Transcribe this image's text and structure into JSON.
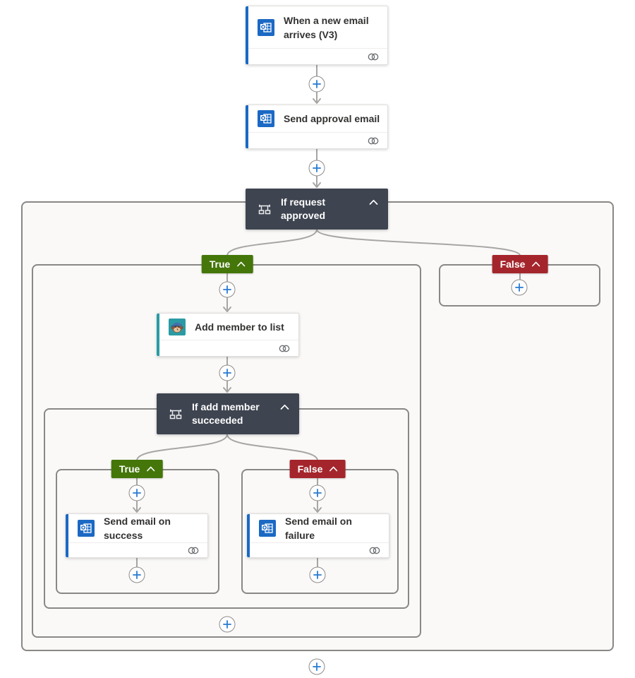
{
  "app": {
    "name": "Flow designer canvas"
  },
  "colors": {
    "canvas_bg": "#ffffff",
    "scope_bg": "#faf9f8",
    "scope_border": "#8a8886",
    "connector": "#a8a6a4",
    "card_title_text": "#323130",
    "outlook_accent": "#1b69c4",
    "mailchimp_accent": "#2a9ba5",
    "condition_bg": "#3e4450",
    "true_badge_bg": "#44760a",
    "false_badge_bg": "#a4262c",
    "plus_blue": "#2b7cd3"
  },
  "nodes": {
    "trigger": {
      "title": "When a new email arrives (V3)",
      "icon": "outlook-icon"
    },
    "send_approval": {
      "title": "Send approval email",
      "icon": "outlook-icon"
    },
    "condition_request": {
      "title": "If request approved",
      "icon": "condition-icon"
    },
    "branch_request_true": {
      "label": "True"
    },
    "branch_request_false": {
      "label": "False"
    },
    "add_member": {
      "title": "Add member to list",
      "icon": "mailchimp-icon"
    },
    "condition_member": {
      "title": "If add member succeeded",
      "icon": "condition-icon"
    },
    "branch_member_true": {
      "label": "True"
    },
    "branch_member_false": {
      "label": "False"
    },
    "send_success": {
      "title": "Send email on success",
      "icon": "outlook-icon"
    },
    "send_failure": {
      "title": "Send email on failure",
      "icon": "outlook-icon"
    }
  }
}
